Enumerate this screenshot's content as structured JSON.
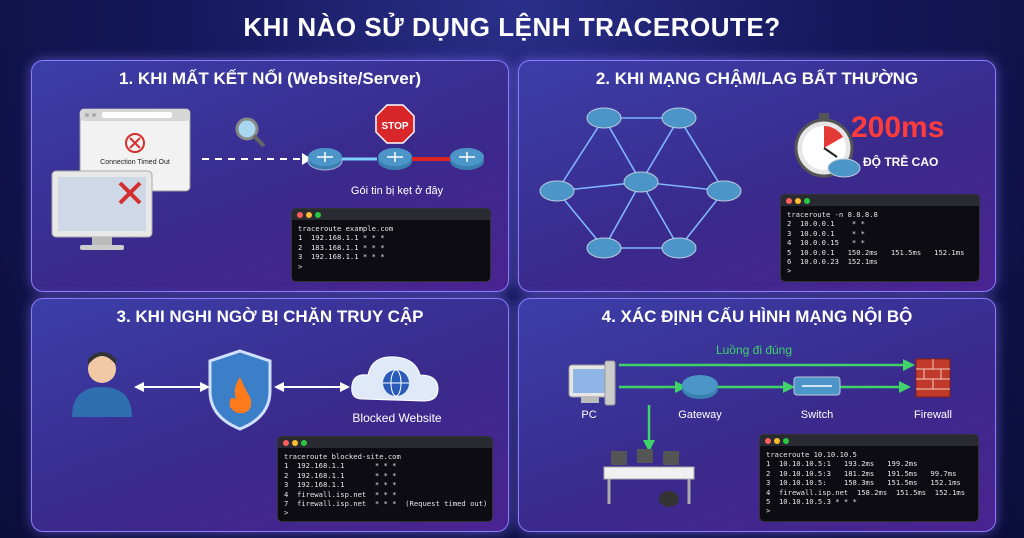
{
  "title": "KHI NÀO SỬ DỤNG LỆNH TRACEROUTE?",
  "panels": [
    {
      "title": "1. KHI MẤT KẾT NỐI (Website/Server)",
      "browser_text": "Connection Timed Out",
      "stop_text": "STOP",
      "caption": "Gói tin bị kẹt ở đây",
      "terminal": [
        "traceroute example.com",
        "1  192.168.1.1 * * *",
        "2  183.168.1.1 * * *",
        "3  192.168.1.1 * * *",
        ">"
      ]
    },
    {
      "title": "2. KHI MẠNG CHẬM/LAG BẤT THƯỜNG",
      "latency": "200ms",
      "latency_label": "ĐỘ TRỄ CAO",
      "terminal": [
        "traceroute -n 8.8.8.8",
        "2  10.0.0.1    * *",
        "3  10.0.0.1    * *",
        "4  10.0.0.15   * *",
        "5  10.0.0.1   150.2ms   151.5ms   152.1ms",
        "6  10.0.0.23  152.1ms",
        ">"
      ]
    },
    {
      "title": "3. KHI NGHI NGỜ BỊ CHẶN TRUY CẬP",
      "cloud_label": "Blocked Website",
      "terminal": [
        "traceroute blocked-site.com",
        "1  192.168.1.1       * * *",
        "2  192.168.1.1       * * *",
        "3  192.168.1.1       * * *",
        "4  firewall.isp.net  * * *",
        "7  firewall.isp.net  * * *  (Request timed out)",
        ">"
      ]
    },
    {
      "title": "4. XÁC ĐỊNH CẤU HÌNH MẠNG NỘI BỘ",
      "path_label": "Luồng đi đúng",
      "nodes": [
        "PC",
        "Gateway",
        "Switch",
        "Firewall"
      ],
      "terminal": [
        "traceroute 10.10.10.5",
        "1  10.10.10.5:1   193.2ms   199.2ms",
        "2  10.10.10.5:3   181.2ms   191.5ms   99.7ms",
        "3  10.10.10.5:    158.3ms   151.5ms   152.1ms",
        "4  firewall.isp.net  158.2ms  151.5ms  152.1ms",
        "5  10.10.10.5.3 * * *",
        ">"
      ]
    }
  ],
  "colors": {
    "accent": "#8a7cff",
    "stop": "#d8262a",
    "green": "#3fd36a",
    "latency": "#ff3b3b"
  }
}
